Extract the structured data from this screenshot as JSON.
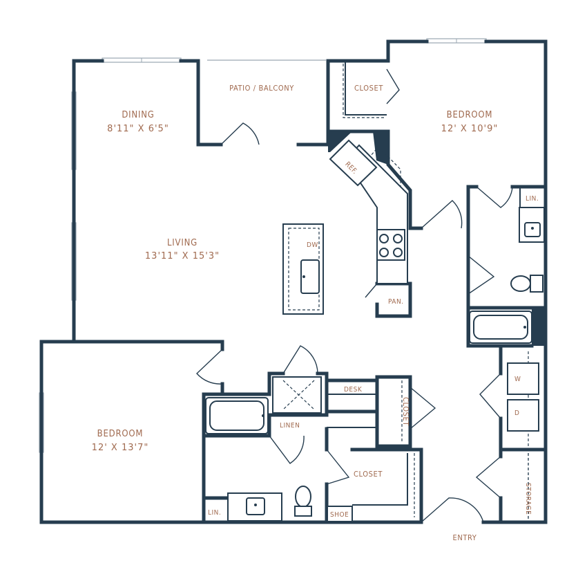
{
  "rooms": {
    "dining": {
      "name": "DINING",
      "dims": "8'11\" X 6'5\""
    },
    "patio": {
      "name": "PATIO / BALCONY"
    },
    "closet_top": {
      "name": "CLOSET"
    },
    "bedroom_top": {
      "name": "BEDROOM",
      "dims": "12' X 10'9\""
    },
    "living": {
      "name": "LIVING",
      "dims": "13'11\" X 15'3\""
    },
    "bedroom_bottom": {
      "name": "BEDROOM",
      "dims": "12' X 13'7\""
    },
    "closet_mid": {
      "name": "CLOSET"
    },
    "closet_bottom": {
      "name": "CLOSET"
    },
    "entry": {
      "name": "ENTRY"
    }
  },
  "fixtures": {
    "ref": "REF.",
    "dw": "DW",
    "pan": "PAN.",
    "lin_top": "LIN.",
    "lin_bottom": "LIN.",
    "linen": "LINEN",
    "desk": "DESK",
    "shoe": "SHOE",
    "washer": "W",
    "dryer": "D",
    "storage": "STORAGE"
  },
  "colors": {
    "wall": "#263d4f",
    "label": "#a06a4f"
  }
}
